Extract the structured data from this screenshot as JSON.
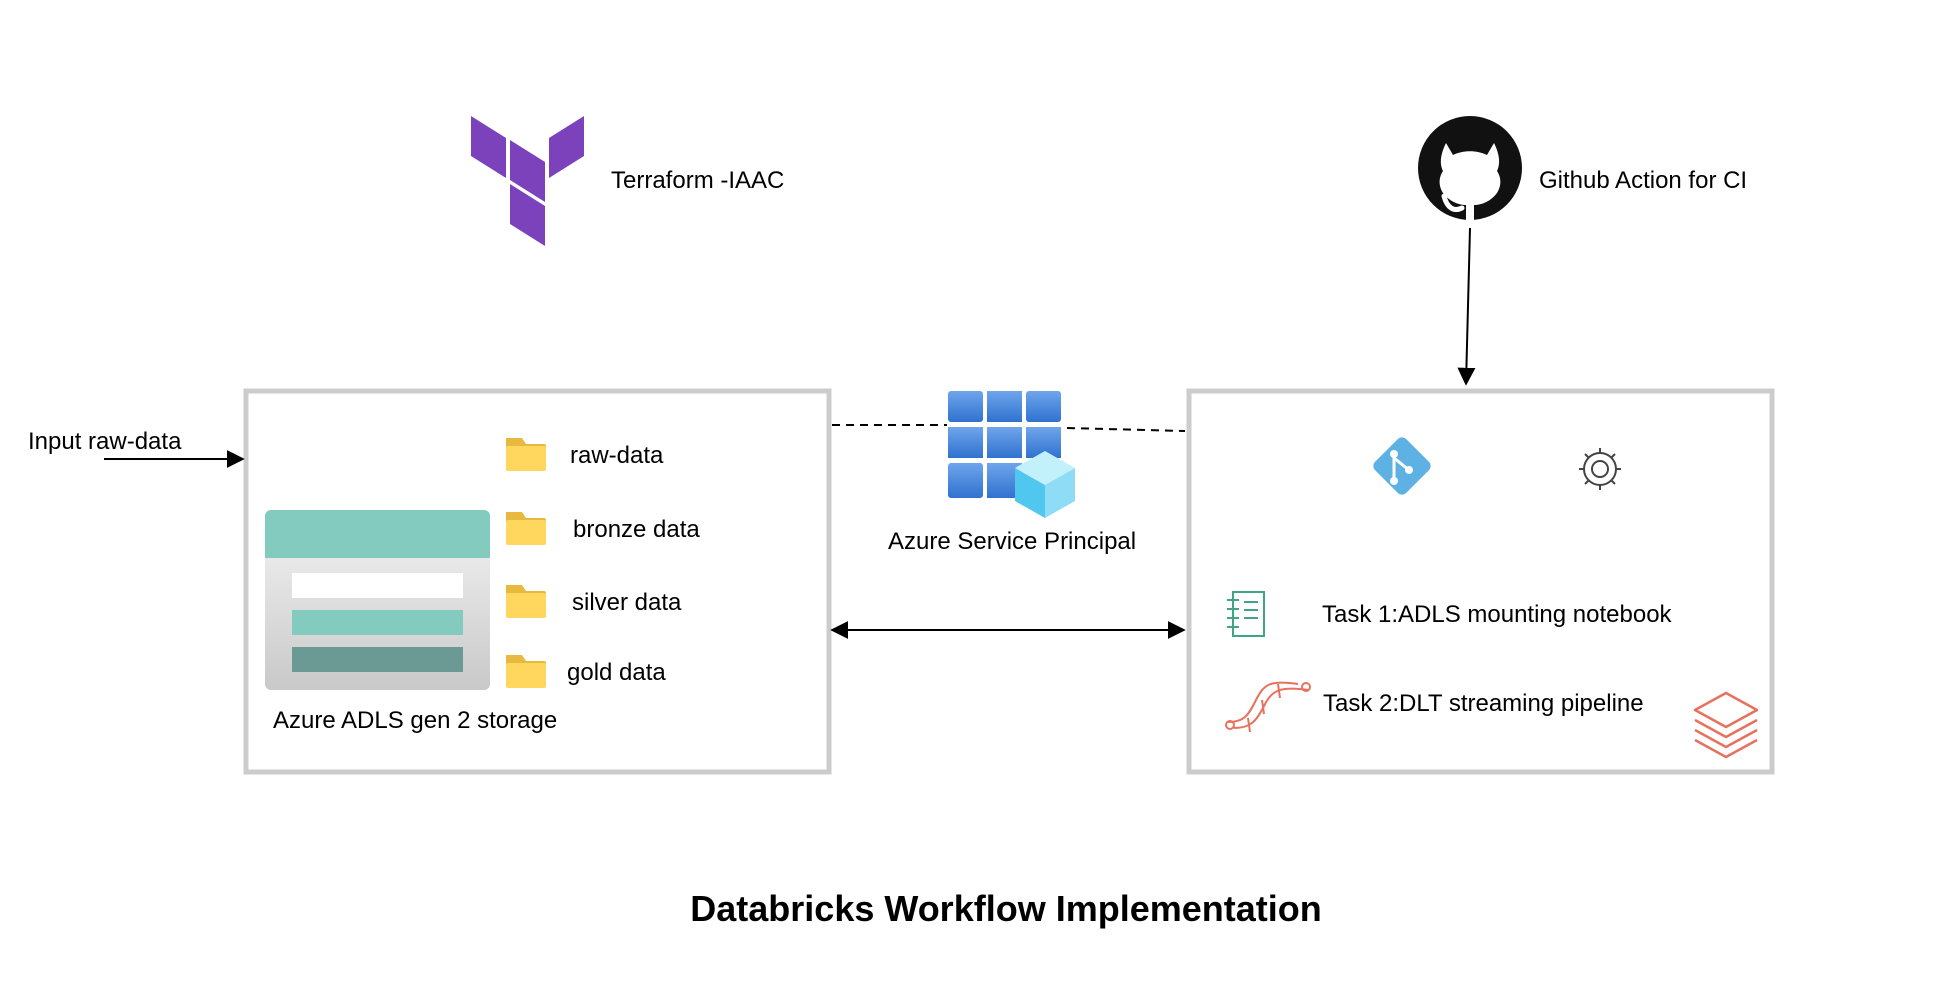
{
  "diagram": {
    "title": "Databricks Workflow Implementation",
    "terraform_label": "Terraform -IAAC",
    "github_label": "Github Action for CI",
    "input_label": "Input raw-data",
    "storage": {
      "label": "Azure ADLS gen 2 storage",
      "folders": [
        "raw-data",
        "bronze data",
        "silver data",
        "gold data"
      ]
    },
    "service_principal_label": "Azure Service Principal",
    "databricks": {
      "tasks": [
        "Task 1:ADLS mounting notebook",
        "Task 2:DLT streaming pipeline"
      ]
    },
    "icons": {
      "terraform": "terraform-logo-icon",
      "github": "github-logo-icon",
      "folder": "folder-icon",
      "storage": "storage-account-icon",
      "service_principal": "service-principal-icon",
      "git": "git-icon",
      "settings": "gear-icon",
      "notebook": "notebook-icon",
      "pipeline": "pipeline-icon",
      "databricks": "databricks-logo-icon"
    },
    "colors": {
      "terraform_purple": "#7B42BC",
      "folder_yellow": "#FFD75E",
      "storage_teal": "#83CBBE",
      "storage_dark_teal": "#6B9A95",
      "azure_blue": "#3F83DA",
      "git_blue": "#5EB2E3",
      "pipeline_orange": "#E8715E",
      "box_border": "#CCCCCC"
    }
  }
}
